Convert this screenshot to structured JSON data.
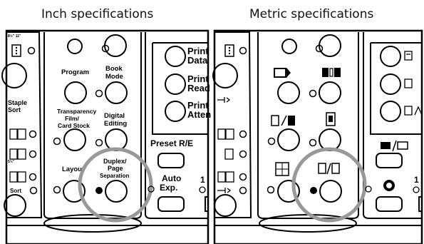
{
  "captions": {
    "inch": "Inch specifications",
    "metric": "Metric specifications"
  },
  "inch": {
    "sidebar": {
      "paper_top": "8½\" 11\"",
      "staple": "Staple",
      "sort": "Sort",
      "sort_bottom": "Sort",
      "paper_bottom": "5½\""
    },
    "keys": {
      "program": "Program",
      "book_mode_1": "Book",
      "book_mode_2": "Mode",
      "transparency_1": "Transparency",
      "transparency_2": "Film/",
      "transparency_3": "Card Stock",
      "digital_1": "Digital",
      "digital_2": "Editing",
      "layout": "Layout",
      "duplex_1": "Duplex/",
      "duplex_2": "Page",
      "duplex_3": "Separation"
    },
    "right": {
      "print_data_1": "Print",
      "print_data_2": "Data",
      "print_read_1": "Print",
      "print_read_2": "Read",
      "print_atten_1": "Print",
      "print_atten_2": "Atten",
      "preset": "Preset R/E",
      "auto_1": "Auto",
      "auto_2": "Exp.",
      "one": "1"
    }
  },
  "metric": {
    "right": {
      "one": "1"
    }
  }
}
